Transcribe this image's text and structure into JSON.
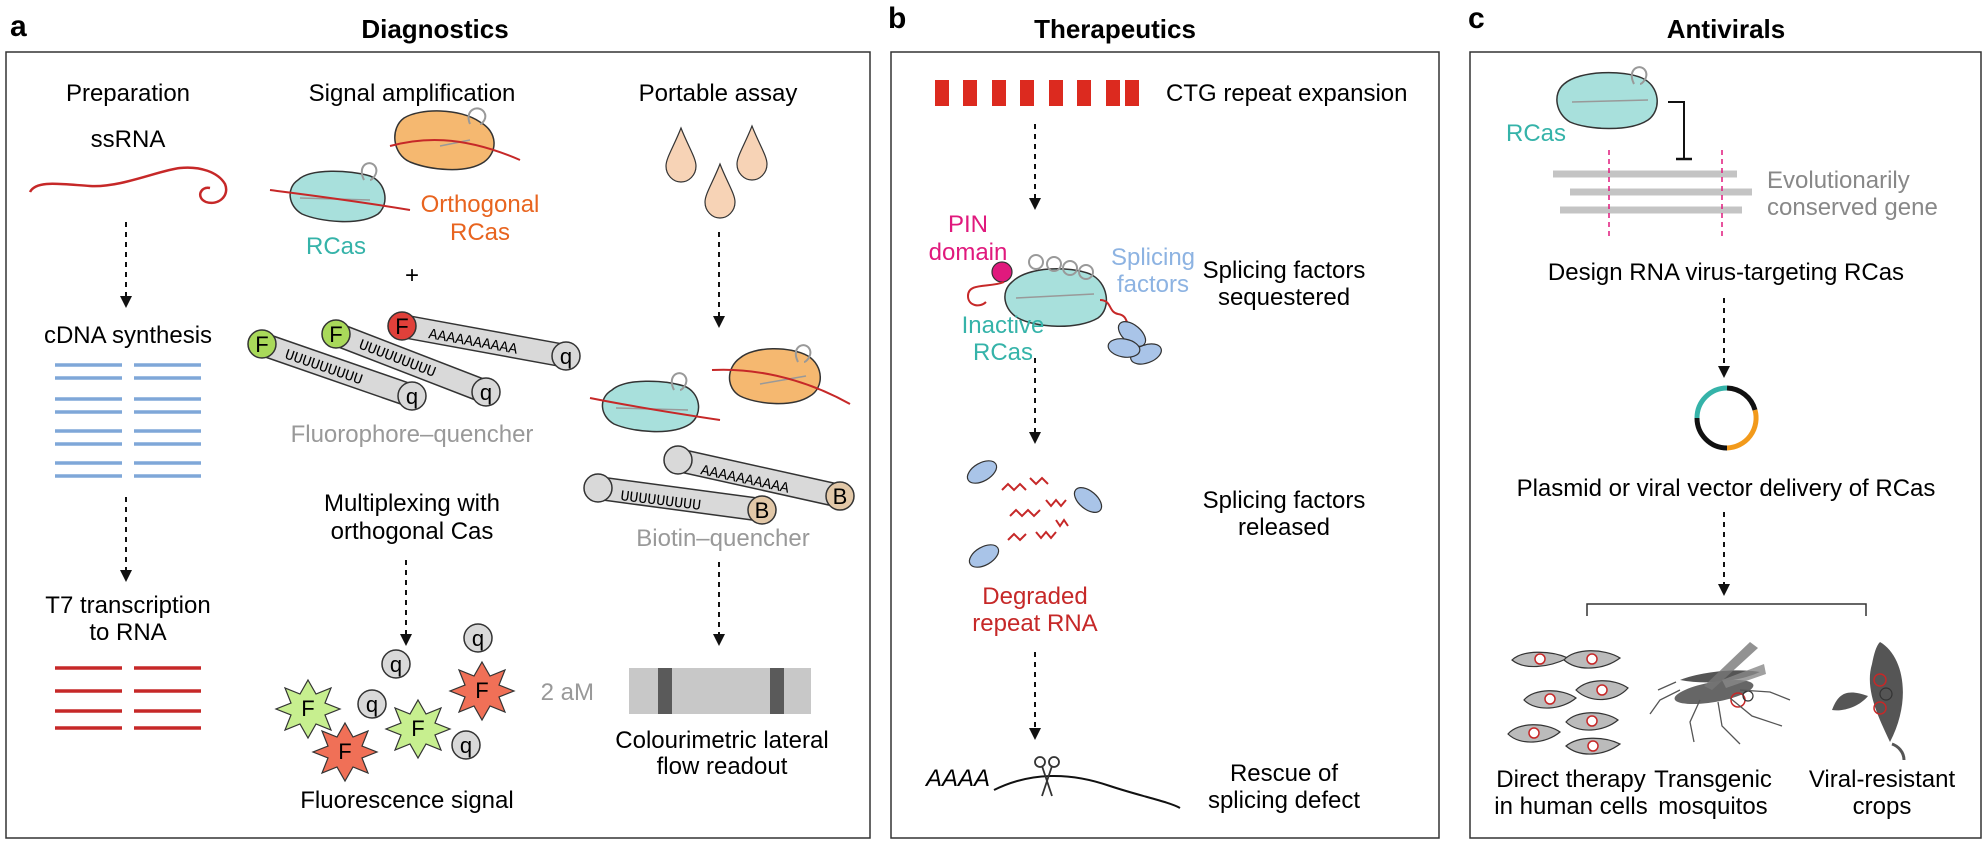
{
  "panels": {
    "a": {
      "letter": "a",
      "title": "Diagnostics"
    },
    "b": {
      "letter": "b",
      "title": "Therapeutics"
    },
    "c": {
      "letter": "c",
      "title": "Antivirals"
    }
  },
  "diagnostics": {
    "preparation": "Preparation",
    "ssrna": "ssRNA",
    "cdna": "cDNA synthesis",
    "t7_line1": "T7 transcription",
    "t7_line2": "to RNA",
    "signal_amp": "Signal amplification",
    "rcas": "RCas",
    "orthogonal_line1": "Orthogonal",
    "orthogonal_line2": "RCas",
    "plus": "+",
    "fluor_q": "Fluorophore–quencher",
    "multiplex_line1": "Multiplexing with",
    "multiplex_line2": "orthogonal Cas",
    "fluorescence": "Fluorescence signal",
    "portable": "Portable assay",
    "biotin_q": "Biotin–quencher",
    "aM": "2 aM",
    "colour_line1": "Colourimetric lateral",
    "colour_line2": "flow readout",
    "probe_F": "F",
    "probe_q": "q",
    "probe_B": "B",
    "seq_A": "AAAAAAAAAA",
    "seq_U": "UUUUUUUUU"
  },
  "therapeutics": {
    "ctg": "CTG repeat expansion",
    "pin_line1": "PIN",
    "pin_line2": "domain",
    "splicing_line1": "Splicing",
    "splicing_line2": "factors",
    "inactive_line1": "Inactive",
    "inactive_line2": "RCas",
    "sequestered_line1": "Splicing factors",
    "sequestered_line2": "sequestered",
    "released_line1": "Splicing factors",
    "released_line2": "released",
    "degraded_line1": "Degraded",
    "degraded_line2": "repeat RNA",
    "aaaa": "AAAA",
    "rescue_line1": "Rescue of",
    "rescue_line2": "splicing defect"
  },
  "antivirals": {
    "rcas": "RCas",
    "evo_line1": "Evolutionarily",
    "evo_line2": "conserved gene",
    "design": "Design RNA virus-targeting RCas",
    "plasmid": "Plasmid or viral vector delivery of RCas",
    "direct_line1": "Direct therapy",
    "direct_line2": "in human cells",
    "transgenic_line1": "Transgenic",
    "transgenic_line2": "mosquitos",
    "resistant_line1": "Viral-resistant",
    "resistant_line2": "crops"
  },
  "colors": {
    "rcas_teal": "#a8e0dc",
    "orthogonal_orange": "#f5b870",
    "rna_red": "#d42d2d",
    "dna_blue": "#7fa7d8",
    "pin_magenta": "#e0197d",
    "splicing_blue": "#8db3e2",
    "label_gray": "#888888"
  }
}
